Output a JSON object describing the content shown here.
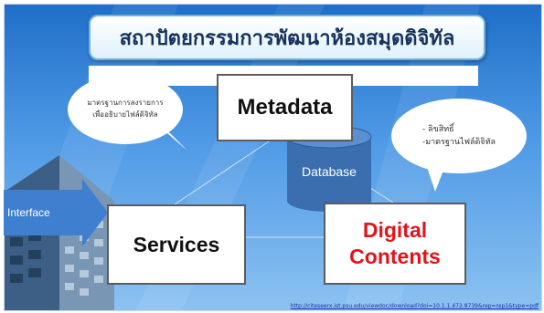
{
  "slide": {
    "title": "สถาปัตยกรรมการพัฒนาห้องสมุดดิจิทัล",
    "url": "http://citeseerx.ist.psu.edu/viewdoc/download?doi=10.1.1.472.8739&rep=rep1&type=pdf"
  },
  "nodes": {
    "metadata": "Metadata",
    "services": "Services",
    "digital_line1": "Digital",
    "digital_line2": "Contents",
    "database": "Database",
    "interface": "Interface"
  },
  "callouts": {
    "left_line1": "มาตรฐานการลงรายการ",
    "left_line2": "เพื่ออธิบายไฟล์ดิจิทัล",
    "right_line1": "- ลิขสิทธิ์",
    "right_line2": "-มาตรฐานไฟล์ดิจิทัล"
  },
  "colors": {
    "background_top": "#1f6fc9",
    "background_bottom": "#8cc2f1",
    "digital_contents_text": "#e1141b",
    "title_text": "#16325c"
  }
}
